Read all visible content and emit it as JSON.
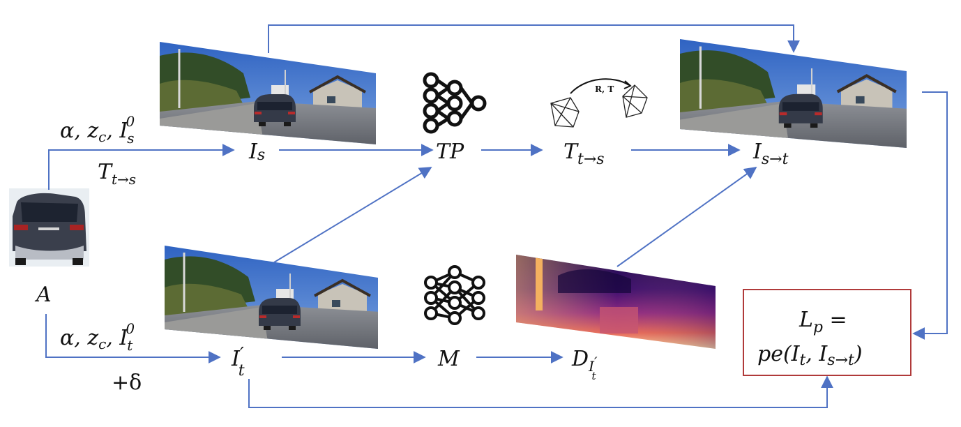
{
  "labels": {
    "car_patch": "A",
    "source_params_line1": "α, z",
    "source_params_line1_sub": "c",
    "source_params_line1_tail": ", I",
    "source_params_line1_tail_sub": "s",
    "source_params_line1_tail_sup": "0",
    "source_params_line2": "T",
    "source_params_line2_sub": "t→s",
    "target_params_line1": "α, z",
    "target_params_line1_sub": "c",
    "target_params_line1_tail": ", I",
    "target_params_line1_tail_sub": "t",
    "target_params_line1_tail_sup": "0",
    "target_params_line2": "+δ",
    "source_image": "I",
    "source_image_sub": "s",
    "pose_network": "TP",
    "pose": "T",
    "pose_sub": "t→s",
    "warped_image": "I",
    "warped_image_sub": "s→t",
    "target_image": "I",
    "target_image_prime": "′",
    "target_image_sub": "t",
    "depth_network": "M",
    "depth": "D",
    "depth_sub": "I",
    "depth_subsub": "t",
    "depth_prime": "′",
    "rt_label": "R, T",
    "loss_line1": "L",
    "loss_line1_sub": "p",
    "loss_line1_tail": " =",
    "loss_line2_a": "pe(I",
    "loss_line2_sub1": "t",
    "loss_line2_b": ", I",
    "loss_line2_sub2": "s→t",
    "loss_line2_c": ")"
  },
  "colors": {
    "arrow": "#4f72c4",
    "loss_box_border": "#b03a3a",
    "sky": "#3f74c9",
    "road": "#7c7f86",
    "car": "#3b4150",
    "depth_dark": "#2a0c5e",
    "depth_mid": "#b2367a",
    "depth_bright": "#fbe7a6"
  },
  "icons": [
    "neural-network-icon",
    "neural-network-icon",
    "camera-pose-icon"
  ]
}
